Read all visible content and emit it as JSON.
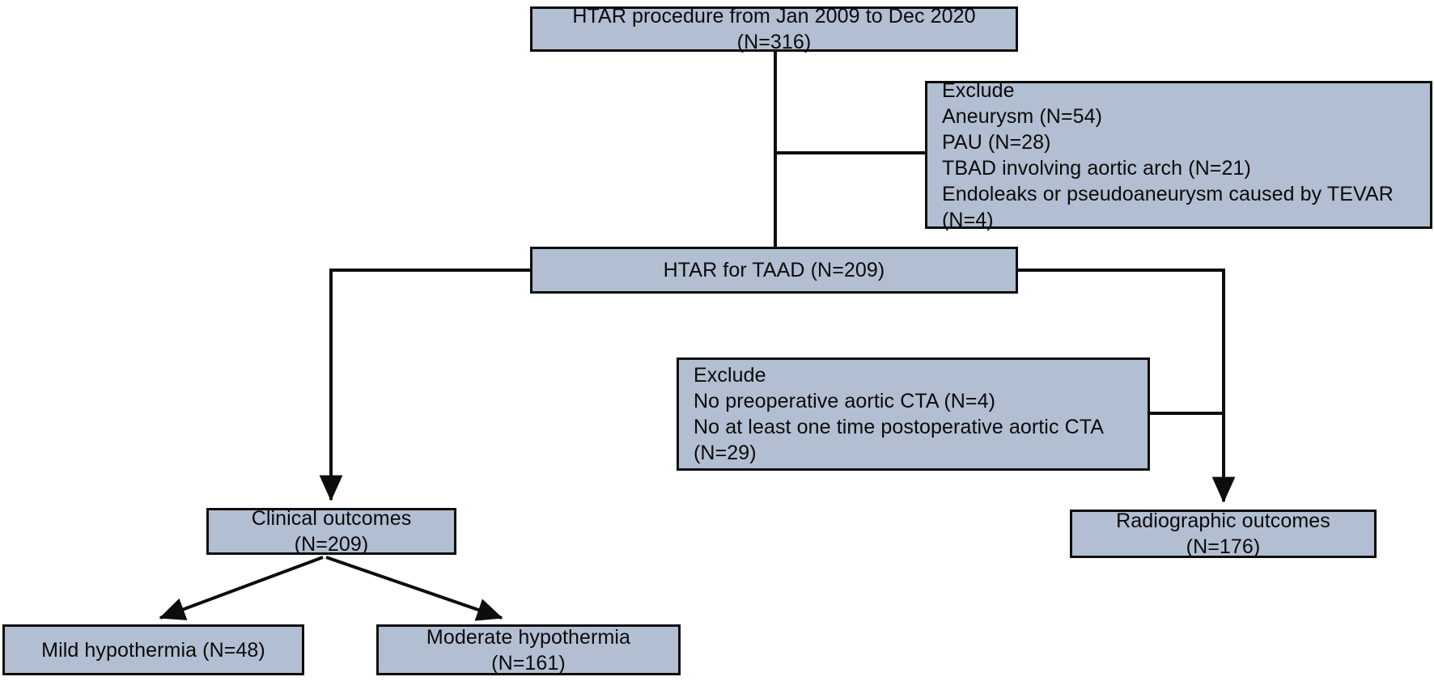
{
  "diagram": {
    "type": "flowchart",
    "title": "HTAR study patient selection flow diagram",
    "colors": {
      "node_fill": "#b2bed1",
      "node_border": "#0d0d0d",
      "connector": "#0d0d0d",
      "text": "#0a0a0a",
      "background": "#ffffff"
    },
    "nodes": [
      {
        "id": "enrollment",
        "text": "HTAR procedure from Jan 2009 to Dec 2020 (N=316)",
        "n": 316,
        "align": "center"
      },
      {
        "id": "exclude_1",
        "text": "Exclude\nAneurysm (N=54)\nPAU (N=28)\nTBAD involving aortic arch (N=21)\nEndoleaks or pseudoaneurysm caused by TEVAR (N=4)",
        "align": "left",
        "items": [
          {
            "label": "Exclude",
            "n": null
          },
          {
            "label": "Aneurysm (N=54)",
            "n": 54
          },
          {
            "label": "PAU (N=28)",
            "n": 28
          },
          {
            "label": "TBAD involving aortic arch (N=21)",
            "n": 21
          },
          {
            "label": "Endoleaks or pseudoaneurysm caused by TEVAR (N=4)",
            "n": 4
          }
        ]
      },
      {
        "id": "cohort",
        "text": "HTAR for TAAD (N=209)",
        "n": 209,
        "align": "center"
      },
      {
        "id": "exclude_2",
        "text": "Exclude\nNo preoperative aortic CTA (N=4)\nNo at least one time postoperative aortic CTA (N=29)",
        "align": "left",
        "items": [
          {
            "label": "Exclude",
            "n": null
          },
          {
            "label": "No preoperative aortic CTA (N=4)",
            "n": 4
          },
          {
            "label": "No at least one time postoperative aortic CTA (N=29)",
            "n": 29
          }
        ]
      },
      {
        "id": "clinical",
        "text": "Clinical outcomes (N=209)",
        "n": 209,
        "align": "center"
      },
      {
        "id": "radiographic",
        "text": "Radiographic outcomes (N=176)",
        "n": 176,
        "align": "center"
      },
      {
        "id": "mild",
        "text": "Mild hypothermia (N=48)",
        "n": 48,
        "align": "center"
      },
      {
        "id": "moderate",
        "text": "Moderate hypothermia (N=161)",
        "n": 161,
        "align": "center"
      }
    ],
    "edges": [
      {
        "from": "enrollment",
        "to": "exclude_1",
        "arrow": false
      },
      {
        "from": "enrollment",
        "to": "cohort",
        "arrow": false
      },
      {
        "from": "cohort",
        "to": "clinical",
        "arrow": true
      },
      {
        "from": "cohort",
        "to": "radiographic",
        "arrow": true
      },
      {
        "from": "exclude_2",
        "to": "radiographic",
        "arrow": false
      },
      {
        "from": "clinical",
        "to": "mild",
        "arrow": true
      },
      {
        "from": "clinical",
        "to": "moderate",
        "arrow": true
      }
    ]
  }
}
